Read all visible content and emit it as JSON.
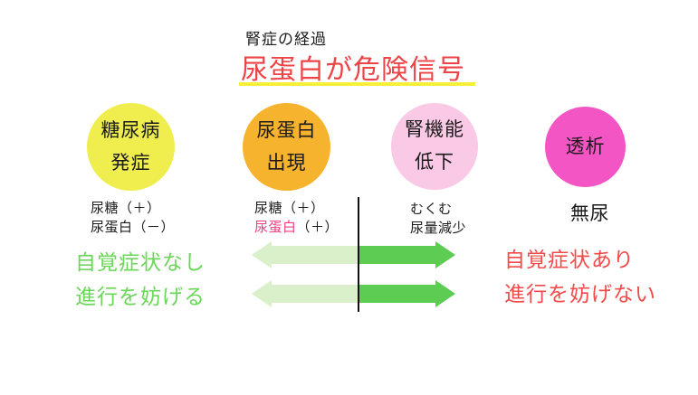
{
  "header": {
    "subtitle": "腎症の経過",
    "title": "尿蛋白が危険信号",
    "title_color": "#ed4447",
    "underline_color": "#f8ef39"
  },
  "stages": [
    {
      "circle_label": [
        "糖尿病",
        "発症"
      ],
      "circle_color": "#f0ee4f",
      "notes": [
        "尿糖（＋）",
        "尿蛋白（－）"
      ]
    },
    {
      "circle_label": [
        "尿蛋白",
        "出現"
      ],
      "circle_color": "#f6b32d",
      "notes": [
        "尿糖（＋）"
      ],
      "note_highlight": "尿蛋白",
      "note_highlight_color": "#f23c82",
      "note_rest": "（＋）"
    },
    {
      "circle_label": [
        "腎機能",
        "低下"
      ],
      "circle_color": "#f9c9e6",
      "notes": [
        "むくむ",
        "尿量減少"
      ]
    },
    {
      "circle_label": [
        "透析"
      ],
      "circle_color": "#f455c4",
      "notes": [
        "無尿"
      ]
    }
  ],
  "left_annotation": {
    "line1": "自覚症状なし",
    "line2": "進行を妨げる",
    "color": "#6cd65a"
  },
  "right_annotation": {
    "line1": "自覚症状あり",
    "line2": "進行を妨げない",
    "color": "#f14b4b"
  },
  "arrows": {
    "left_color": "#d9f0ca",
    "right_color": "#5ccc53",
    "count": 2
  }
}
